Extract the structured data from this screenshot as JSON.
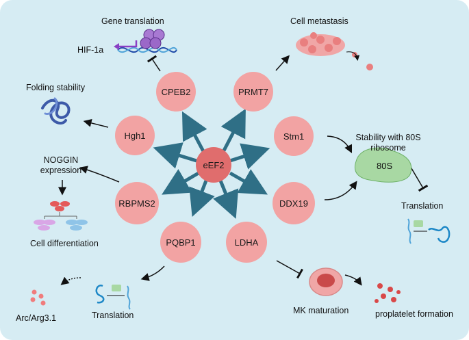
{
  "center": {
    "label": "eEF2"
  },
  "partners": {
    "cpeb2": "CPEB2",
    "prmt7": "PRMT7",
    "hgh1": "Hgh1",
    "stm1": "Stm1",
    "rbpms2": "RBPMS2",
    "ddx19": "DDX19",
    "pqbp1": "PQBP1",
    "ldha": "LDHA"
  },
  "outcomes": {
    "gene_translation": "Gene translation",
    "hif1a": "HIF-1a",
    "cell_metastasis": "Cell metastasis",
    "folding_stability": "Folding stability",
    "stability_80s_line1": "Stability with 80S",
    "stability_80s_line2": "ribosome",
    "ribosome_80s": "80S",
    "noggin_line1": "NOGGIN",
    "noggin_line2": "expression",
    "translation_right": "Translation",
    "cell_differentiation": "Cell differentiation",
    "arc_arg": "Arc/Arg3.1",
    "translation_bottom": "Translation",
    "mk_maturation": "MK maturation",
    "proplatelet": "proplatelet formation"
  },
  "colors": {
    "background": "#d6ecf3",
    "node": "#f2a3a3",
    "center_node": "#e06d6d",
    "arrow": "#2f6f86",
    "ribosome": "#a8d8a3"
  }
}
